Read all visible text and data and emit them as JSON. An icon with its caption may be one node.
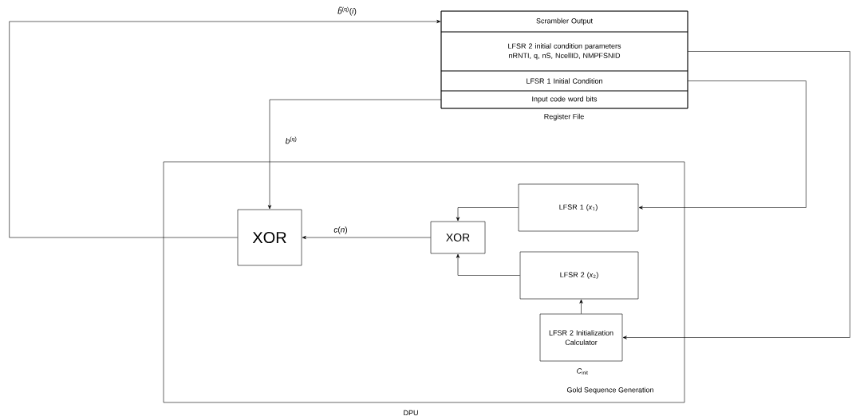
{
  "diagram": {
    "nodes": [
      {
        "text": [
          "Register File"
        ]
      },
      {
        "text": [
          "Scrambler Output"
        ],
        "in": 0
      },
      {
        "text": [
          "LFSR 2 initial condition parameters nRNTI, q, nS, NcellID, NMPFSNID"
        ],
        "in": 0
      },
      {
        "text": [
          "LFSR 1 Initial Condition"
        ],
        "in": 0
      },
      {
        "text": [
          "Input code word bits"
        ],
        "in": 0
      },
      {
        "text": [
          "Gold Sequence Generation"
        ],
        "beside": [
          "DPU"
        ]
      },
      {
        "text": [
          "XOR"
        ],
        "in": 5
      },
      {
        "text": [
          "XOR"
        ],
        "in": 5
      },
      {
        "text": [
          "LFSR 1  (*x*$_{1}$)"
        ],
        "in": 5
      },
      {
        "text": [
          "LFSR 2  (*x*$_{2}$)"
        ],
        "in": 5
      },
      {
        "text": [
          "LFSR 2 Initialization Calculator"
        ],
        "in": 5,
        "beside": [
          "*C*$_{init}$"
        ]
      }
    ],
    "edges": [
      {
        "from": 6,
        "to": 1,
        "arrow": "to",
        "label": "*b̃*$^{(q)}$(*i*)"
      },
      {
        "from": 4,
        "to": 6,
        "arrow": "to",
        "label": "*b*$^{(q)}$"
      },
      {
        "from": 3,
        "to": 8,
        "arrow": "to"
      },
      {
        "from": 2,
        "to": 10,
        "arrow": "to"
      },
      {
        "from": 8,
        "to": 7,
        "arrow": "to"
      },
      {
        "from": 9,
        "to": 7,
        "arrow": "to"
      },
      {
        "from": 10,
        "to": 9,
        "arrow": "to"
      },
      {
        "from": 7,
        "to": 6,
        "arrow": "to",
        "label": "*c*(*n*)"
      }
    ]
  }
}
